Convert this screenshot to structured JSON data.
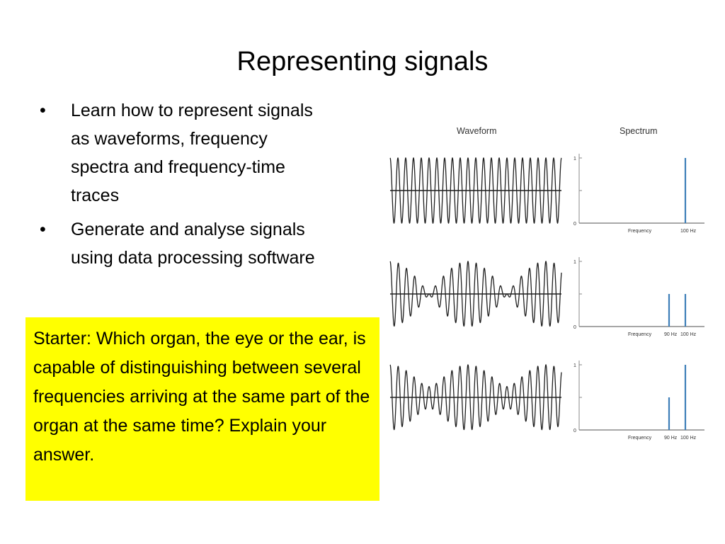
{
  "slide": {
    "title": "Representing signals",
    "bullets": [
      {
        "mark": "•",
        "text": "Learn how to represent signals as waveforms, frequency spectra and frequency-time traces"
      },
      {
        "mark": "•",
        "text": "Generate and analyse signals using data processing software"
      }
    ],
    "starter": "Starter: Which organ, the eye or the ear, is capable of distinguishing between several frequencies arriving at the same part of the organ at the same time? Explain your answer."
  },
  "figure": {
    "waveform_label": "Waveform",
    "spectrum_label": "Spectrum",
    "line_color": "#1f1f1f",
    "spike_color": "#3d7fb8",
    "axis_color": "#8a8a8a",
    "tick_top": "1",
    "tick_bottom": "0",
    "frequency_label": "Frequency"
  },
  "chart_data": [
    {
      "type": "line",
      "title": "",
      "description_series": "single 100 Hz sine wave",
      "series": [
        {
          "frequencies_hz": [
            100
          ],
          "amplitudes": [
            1
          ]
        }
      ]
    },
    {
      "type": "bar",
      "categories": [
        "100 Hz"
      ],
      "values": [
        1
      ],
      "xlabel": "Frequency",
      "ylim": [
        0,
        1
      ]
    },
    {
      "type": "line",
      "series": [
        {
          "frequencies_hz": [
            90,
            100
          ],
          "amplitudes": [
            0.5,
            0.5
          ]
        }
      ]
    },
    {
      "type": "bar",
      "categories": [
        "90 Hz",
        "100 Hz"
      ],
      "values": [
        0.5,
        0.5
      ],
      "xlabel": "Frequency",
      "ylim": [
        0,
        1
      ]
    },
    {
      "type": "line",
      "series": [
        {
          "frequencies_hz": [
            90,
            100
          ],
          "amplitudes": [
            0.5,
            1
          ]
        }
      ]
    },
    {
      "type": "bar",
      "categories": [
        "90 Hz",
        "100 Hz"
      ],
      "values": [
        0.5,
        1
      ],
      "xlabel": "Frequency",
      "ylim": [
        0,
        1
      ]
    }
  ]
}
